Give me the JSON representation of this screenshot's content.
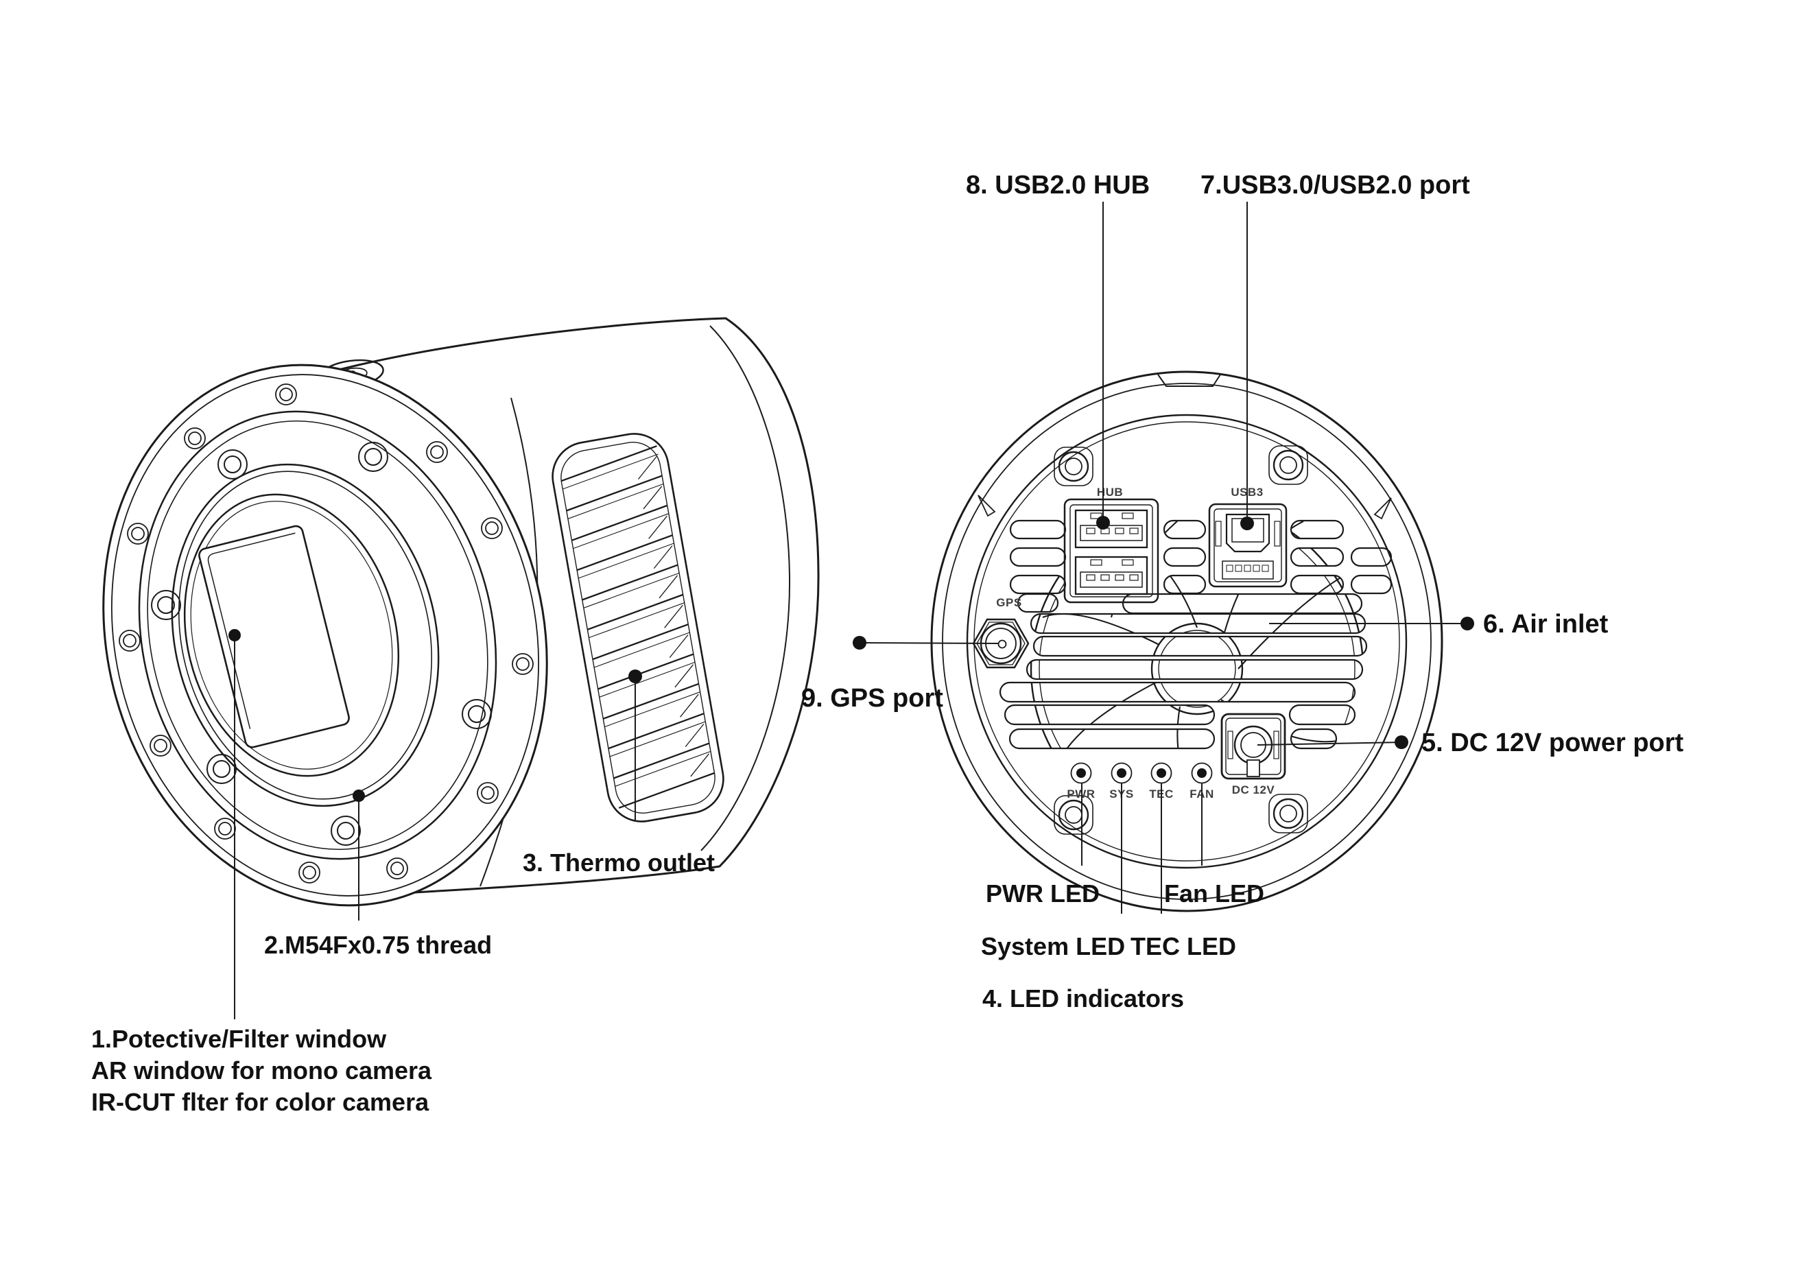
{
  "colors": {
    "background": "#ffffff",
    "line": "#1b1b1b",
    "text": "#111111",
    "panel_text": "#3f3f3f"
  },
  "callouts": {
    "usb_hub": "8. USB2.0 HUB",
    "usb3_port": "7.USB3.0/USB2.0 port",
    "air_inlet": "6. Air inlet",
    "dc_power": "5. DC 12V power port",
    "gps_port": "9. GPS port",
    "led_indicators": "4. LED indicators",
    "thermo_outlet": "3. Thermo outlet",
    "thread": "2.M54Fx0.75 thread",
    "filter_window_line1": "1.Potective/Filter window",
    "filter_window_line2": "AR window for mono camera",
    "filter_window_line3": "IR-CUT flter for color camera",
    "pwr_led": "PWR LED",
    "fan_led": "Fan LED",
    "system_led": "System LED",
    "tec_led": "TEC LED"
  },
  "back_panel": {
    "gps": "GPS",
    "hub": "HUB",
    "usb3": "USB3",
    "pwr": "PWR",
    "sys": "SYS",
    "tec": "TEC",
    "fan": "FAN",
    "dc12v": "DC 12V"
  }
}
